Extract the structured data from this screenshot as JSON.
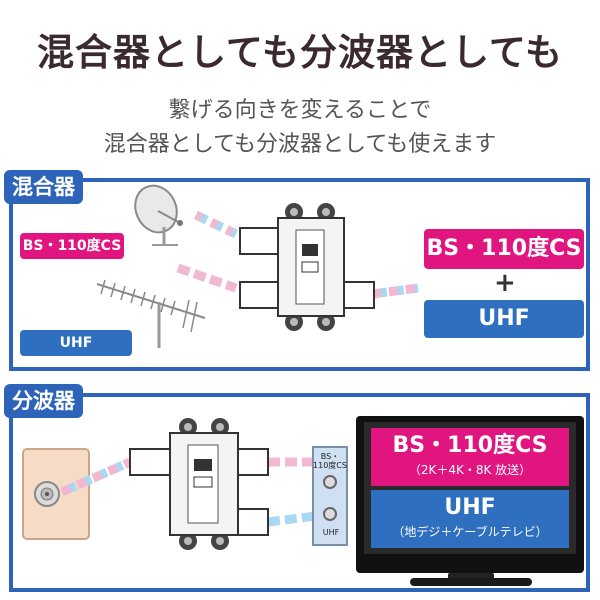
{
  "headline": "混合器としても分波器としても",
  "subline": [
    "繋げる向きを変えることで",
    "混合器としても分波器としても使えます"
  ],
  "mixer": {
    "tab": "混合器",
    "in_bs": "BS・110度CS",
    "in_uhf": "UHF",
    "out_bs": "BS・110度CS",
    "plus": "+",
    "out_uhf": "UHF"
  },
  "splitter": {
    "tab": "分波器",
    "plate_top": "BS・\n110度CS",
    "plate_bottom": "UHF",
    "tv_bs_title": "BS・110度CS",
    "tv_bs_sub": "（2K＋4K・8K 放送）",
    "tv_uhf_title": "UHF",
    "tv_uhf_sub": "（地デジ＋ケーブルテレビ）"
  },
  "colors": {
    "accent_blue": "#2d63b8",
    "pink": "#e0157f",
    "signal_pink": "#f2b8d2",
    "signal_blue": "#a9d9f2"
  },
  "icons": [
    "satellite-dish-icon",
    "yagi-antenna-icon",
    "wall-outlet-icon",
    "tv-icon",
    "splitter-device-icon"
  ]
}
